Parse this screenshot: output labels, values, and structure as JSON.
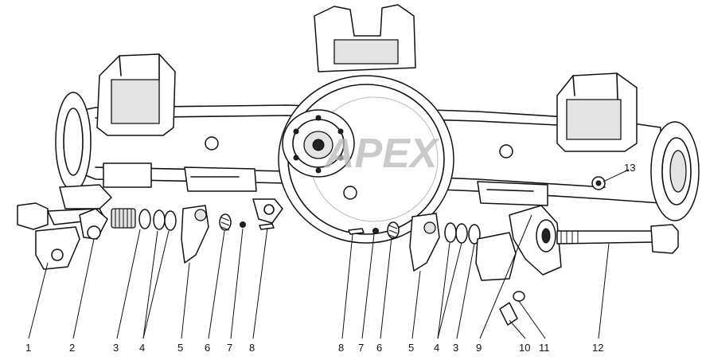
{
  "watermark": {
    "text": "APEX",
    "color": "#b8b8b8"
  },
  "colors": {
    "ink": "#111111",
    "background": "#ffffff"
  },
  "callouts": [
    {
      "id": "c1",
      "label": "1"
    },
    {
      "id": "c2",
      "label": "2"
    },
    {
      "id": "c3",
      "label": "3"
    },
    {
      "id": "c4",
      "label": "4"
    },
    {
      "id": "c5",
      "label": "5"
    },
    {
      "id": "c6",
      "label": "6"
    },
    {
      "id": "c7",
      "label": "7"
    },
    {
      "id": "c8",
      "label": "8"
    },
    {
      "id": "c8b",
      "label": "8"
    },
    {
      "id": "c7b",
      "label": "7"
    },
    {
      "id": "c6b",
      "label": "6"
    },
    {
      "id": "c5b",
      "label": "5"
    },
    {
      "id": "c4b",
      "label": "4"
    },
    {
      "id": "c3b",
      "label": "3"
    },
    {
      "id": "c9",
      "label": "9"
    },
    {
      "id": "c10",
      "label": "10"
    },
    {
      "id": "c11",
      "label": "11"
    },
    {
      "id": "c12",
      "label": "12"
    },
    {
      "id": "c13",
      "label": "13"
    }
  ]
}
